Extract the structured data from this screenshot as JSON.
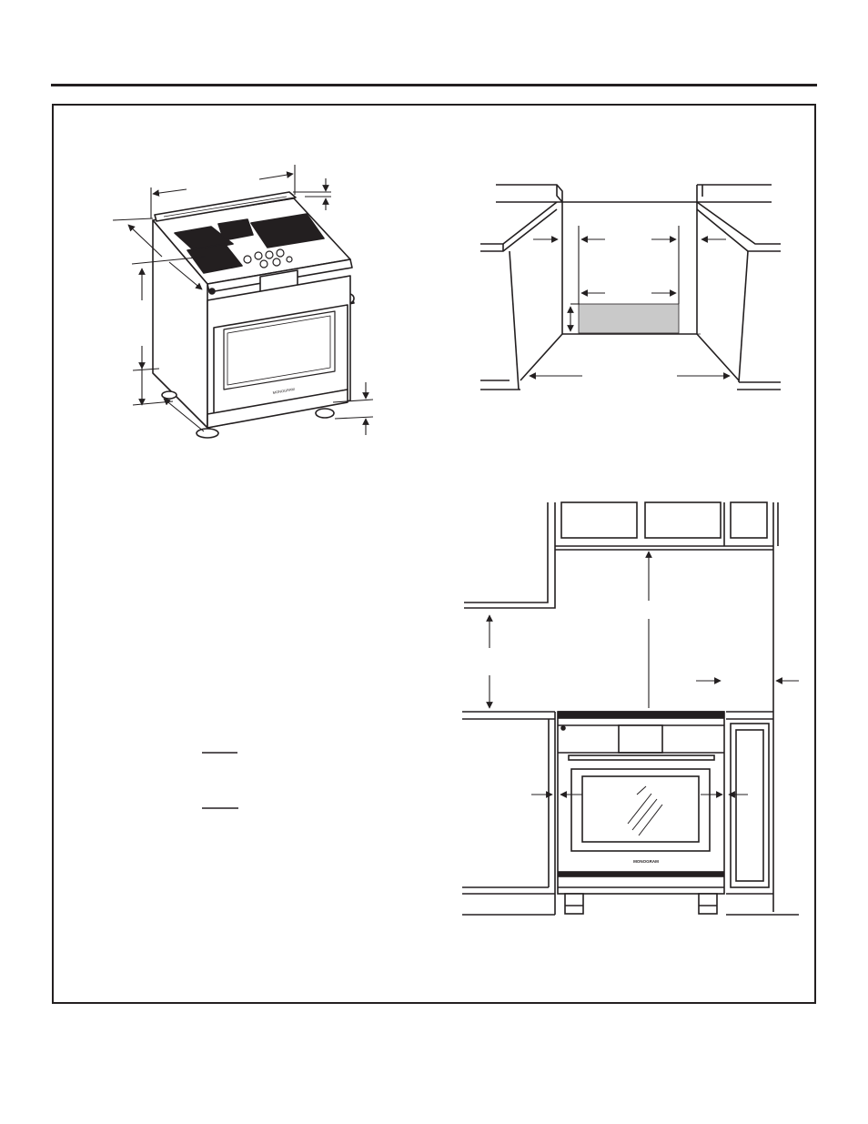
{
  "page": {
    "rule_color": "#231f20",
    "ink_color": "#231f20",
    "shade_color": "#c9c9c9"
  },
  "range": {
    "brand_label": "MONOGRAM"
  },
  "diagrams": [
    {
      "name": "range-dimensions-diagram",
      "icon": "range-isometric-drawing"
    },
    {
      "name": "cabinet-opening-diagram",
      "icon": "cutout-drawing"
    },
    {
      "name": "installation-clearance-diagram",
      "icon": "range-front-drawing"
    }
  ]
}
